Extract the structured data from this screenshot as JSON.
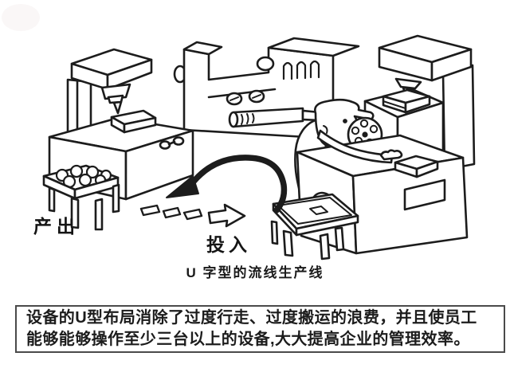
{
  "illustration": {
    "caption": "U 字型的流线生产线",
    "labels": {
      "output": "产出",
      "input": "投入"
    },
    "figures": [
      "milling-machine",
      "lathe-machine",
      "drill-press-machine",
      "worker-at-station",
      "output-parts-table",
      "input-parts-table",
      "u-flow-arrow",
      "input-direction-arrow",
      "dashed-flow-path"
    ],
    "colors": {
      "ink": "#1c1c1c",
      "background": "#ffffff"
    }
  },
  "description_box": {
    "border_color": "#4a4a4a",
    "line1": "设备的U型布局消除了过度行走、过度搬运的浪费，并且使员工",
    "line2": "能够能够操作至少三台以上的设备,大大提高企业的管理效率。"
  }
}
